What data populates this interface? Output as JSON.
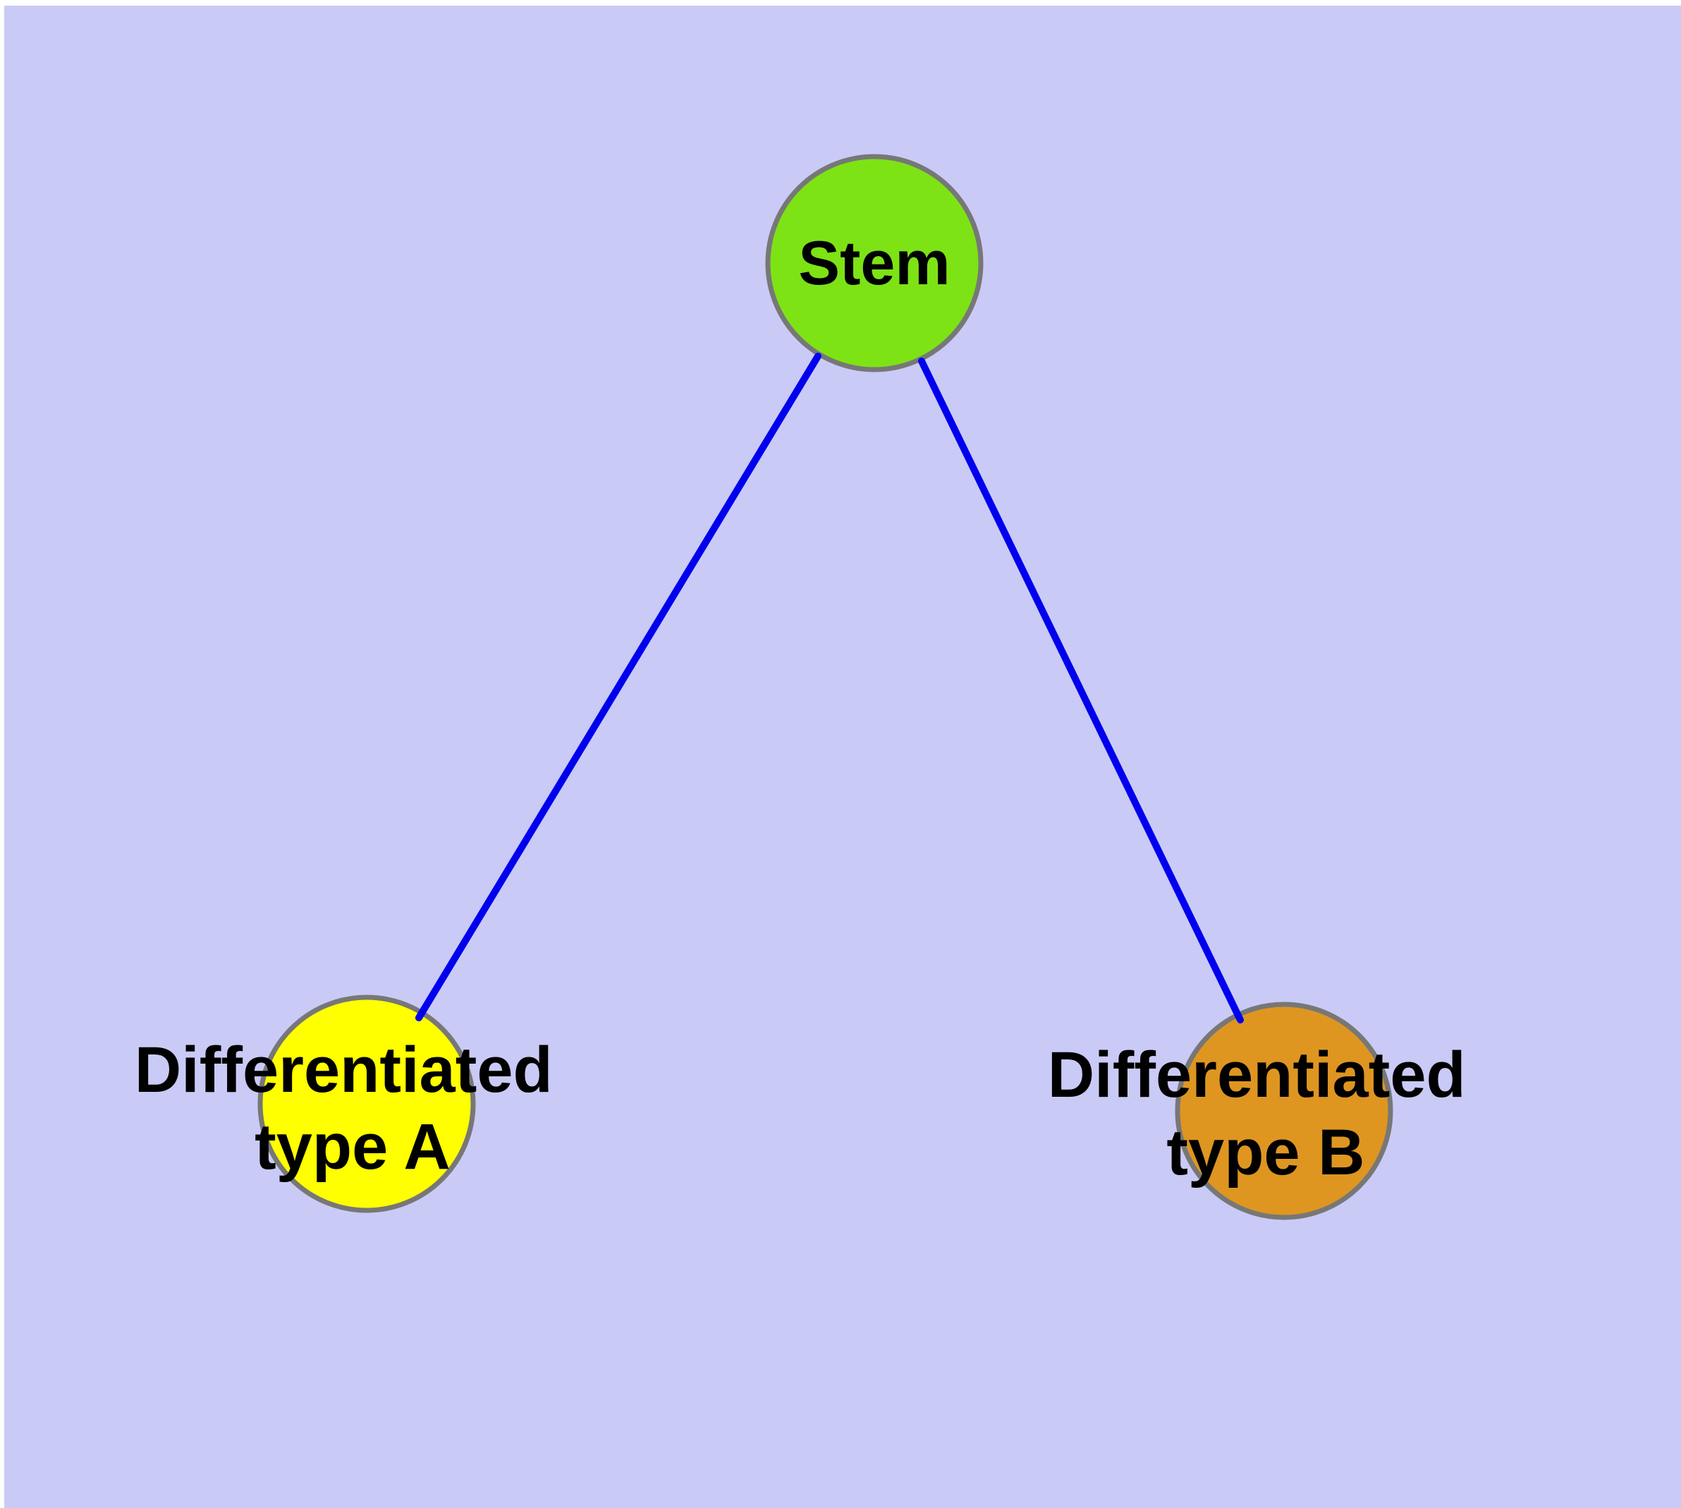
{
  "diagram": {
    "description": "Stem cell differentiation tree diagram",
    "colors": {
      "background": "#cacaf6",
      "frame": "#ffffff",
      "edge": "#0000ee",
      "node_border": "#777777",
      "label_text": "#000000"
    },
    "nodes": {
      "stem": {
        "id": "stem",
        "label": "Stem",
        "fill": "#7de315"
      },
      "type_a": {
        "id": "type_a",
        "label": "Differentiated type A",
        "label_line1": "Differentiated",
        "label_line2": "type A",
        "fill": "#ffff00"
      },
      "type_b": {
        "id": "type_b",
        "label": "Differentiated type B",
        "label_line1": "Differentiated",
        "label_line2": "type B",
        "fill": "#de9621"
      }
    },
    "edges": [
      {
        "from": "Stem",
        "to": "Differentiated type A"
      },
      {
        "from": "Stem",
        "to": "Differentiated type B"
      }
    ]
  }
}
